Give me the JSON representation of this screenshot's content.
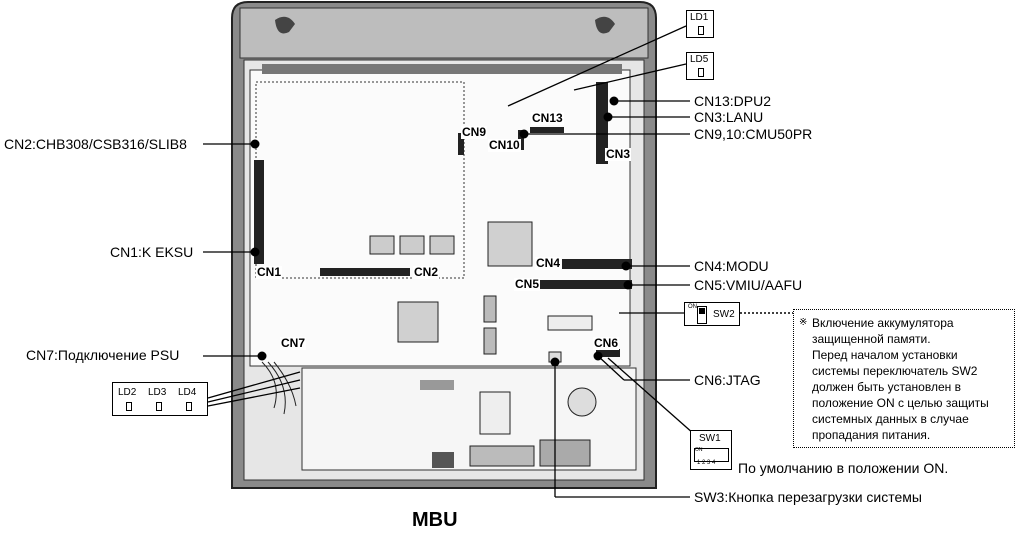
{
  "title": "MBU",
  "connectors": {
    "cn2": "CN2:CHB308/CSB316/SLIB8",
    "cn1": "CN1:K EKSU",
    "cn7": "CN7:Подключение PSU",
    "cn13": "CN13:DPU2",
    "cn3": "CN3:LANU",
    "cn9_10": "CN9,10:CMU50PR",
    "cn4": "CN4:MODU",
    "cn5": "CN5:VMIU/AAFU",
    "cn6": "CN6:JTAG",
    "sw3": "SW3:Кнопка перезагрузки системы"
  },
  "board_labels": {
    "cn1": "CN1",
    "cn2": "CN2",
    "cn3": "CN3",
    "cn4": "CN4",
    "cn5": "CN5",
    "cn6": "CN6",
    "cn7": "CN7",
    "cn9": "CN9",
    "cn10": "CN10",
    "cn13": "CN13"
  },
  "leds": {
    "ld1": "LD1",
    "ld5": "LD5",
    "ld2": "LD2",
    "ld3": "LD3",
    "ld4": "LD4"
  },
  "switches": {
    "sw1": "SW1",
    "sw1_on": "ON",
    "sw1_digits": "1 2 3 4",
    "sw1_default": "По умолчанию в положении  ON.",
    "sw2": "SW2",
    "sw2_on": "ON"
  },
  "note": {
    "star": "※",
    "lines": [
      "Включение аккумулятора",
      "защищенной памяти.",
      "Перед началом установки",
      "системы переключатель SW2",
      "должен быть установлен в",
      "положение ON с целью защиты",
      "системных данных в случае",
      "пропадания питания."
    ]
  }
}
